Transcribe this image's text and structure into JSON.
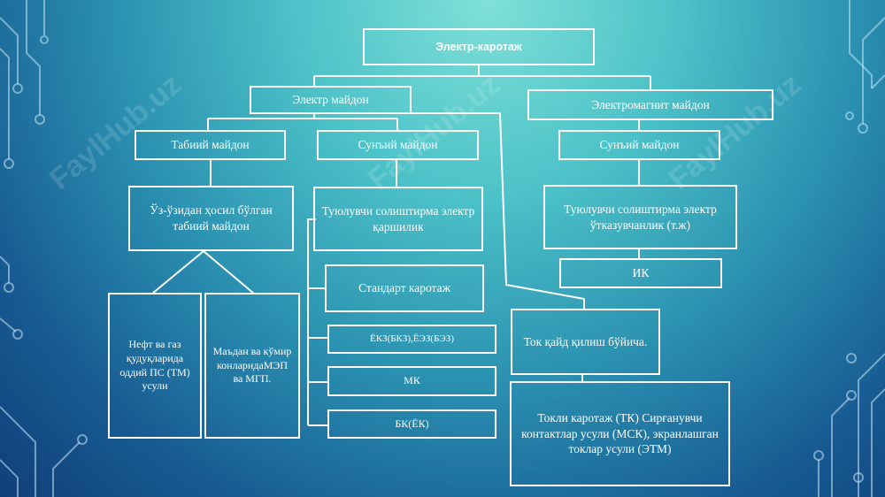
{
  "title": "Электр-каротаж",
  "branches": {
    "electric_field": "Электр майдон",
    "electromagnetic_field": "Электромагнит майдон"
  },
  "subfields": {
    "natural": "Табиий майдон",
    "artificial_left": "Сунъий майдон",
    "artificial_right": "Сунъий майдон"
  },
  "nodes": {
    "self_generated": "Ўз-ўзидан ҳосил бўлган табиий майдон",
    "apparent_resistivity": "Туюлувчи солиштирма электр қаршилик",
    "apparent_conductivity": "Туюлувчи солиштирма электр ўтказувчанлик (т.ж)",
    "ik": "ИК",
    "standard": "Стандарт каротаж",
    "ekz": "ЁКЗ(БКЗ),ЁЭЗ(БЭЗ)",
    "mk": "МК",
    "bk": "БК(ЁК)",
    "oil_gas": "Нефт ва газ қудуқларида оддий ПС (ТМ) усули",
    "ore_coal": "Маъдан ва кўмир конларидаМЭП ва МГП.",
    "current_record": "Ток қайд қилиш бўйича.",
    "current_methods": "Токли каротаж (ТК) Сирғанувчи контактлар усули (МСК), экранлашган токлар усули (ЭТМ)"
  },
  "watermark": "FaylHub.uz"
}
